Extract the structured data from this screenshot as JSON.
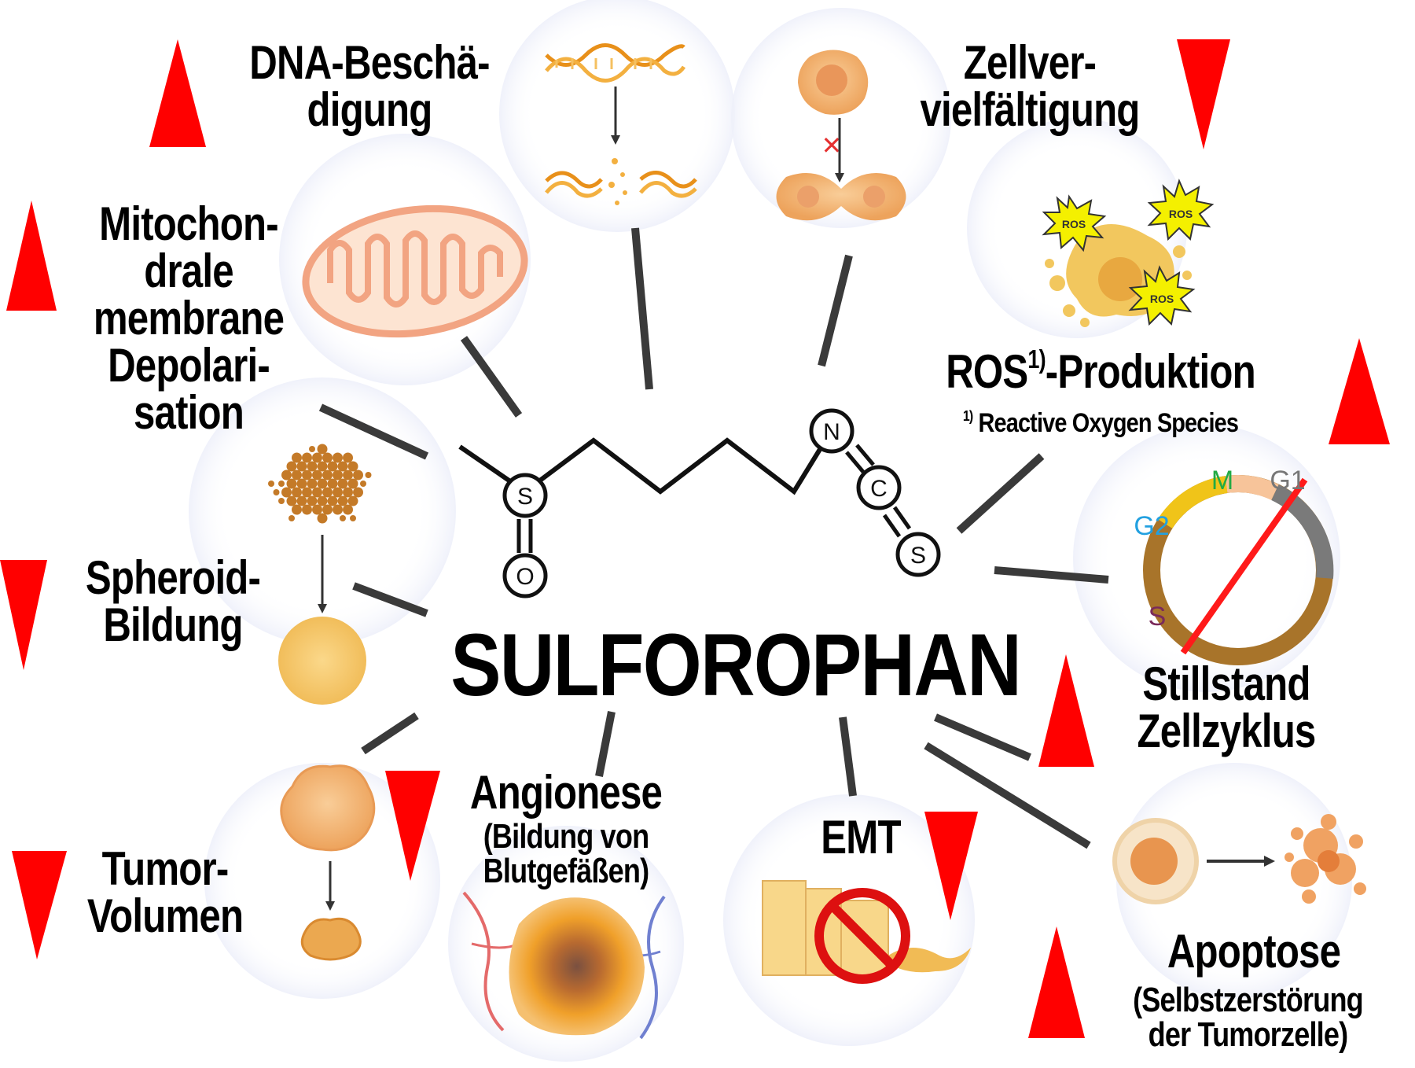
{
  "title": "SULFOROPHAN",
  "molecule_atoms": [
    "S",
    "O",
    "N",
    "C",
    "S"
  ],
  "effects": [
    {
      "id": "dna",
      "lines": [
        "DNA-Beschä-",
        "digung"
      ],
      "direction": "up"
    },
    {
      "id": "prolif",
      "lines": [
        "Zellver-",
        "vielfältigung"
      ],
      "direction": "down"
    },
    {
      "id": "mito",
      "lines": [
        "Mitochon-",
        "drale",
        "membrane",
        "Depolari-",
        "sation"
      ],
      "direction": "up"
    },
    {
      "id": "ros",
      "main": "ROS",
      "sup": "1)",
      "main_suffix": "-Produktion",
      "note_sup": "1)",
      "note": "Reactive Oxygen Species",
      "direction": "up"
    },
    {
      "id": "spheroid",
      "lines": [
        "Spheroid-",
        "Bildung"
      ],
      "direction": "down"
    },
    {
      "id": "cellcycle",
      "lines": [
        "Stillstand",
        "Zellzyklus"
      ],
      "direction": "up"
    },
    {
      "id": "tumor",
      "lines": [
        "Tumor-",
        "Volumen"
      ],
      "direction": "down"
    },
    {
      "id": "angio",
      "lines": [
        "Angionese"
      ],
      "sub": [
        "(Bildung von",
        "Blutgefäßen)"
      ],
      "direction": "down"
    },
    {
      "id": "emt",
      "lines": [
        "EMT"
      ],
      "direction": "down"
    },
    {
      "id": "apoptose",
      "lines": [
        "Apoptose"
      ],
      "sub": [
        "(Selbstzerstörung",
        "der Tumorzelle)"
      ],
      "direction": "up"
    }
  ],
  "cell_cycle_phases": [
    "M",
    "G1",
    "G2",
    "S"
  ],
  "ros_burst_label": "ROS",
  "colors": {
    "arrow": "#ff0000",
    "connector": "#3a3a3a",
    "cell_fill": "#f5b97a",
    "cell_dark": "#e89a55",
    "mito": "#f2a482",
    "dna": "#f0a030",
    "ros_burst": "#f4f000",
    "phase_M": "#22aa44",
    "phase_G1": "#777777",
    "phase_G2": "#22a0e0",
    "phase_S": "#7a2a5a",
    "ring_brown": "#a8742a",
    "ring_yellow": "#f0c419",
    "ring_gray": "#7a7a7a",
    "ring_peach": "#f7c49a"
  }
}
